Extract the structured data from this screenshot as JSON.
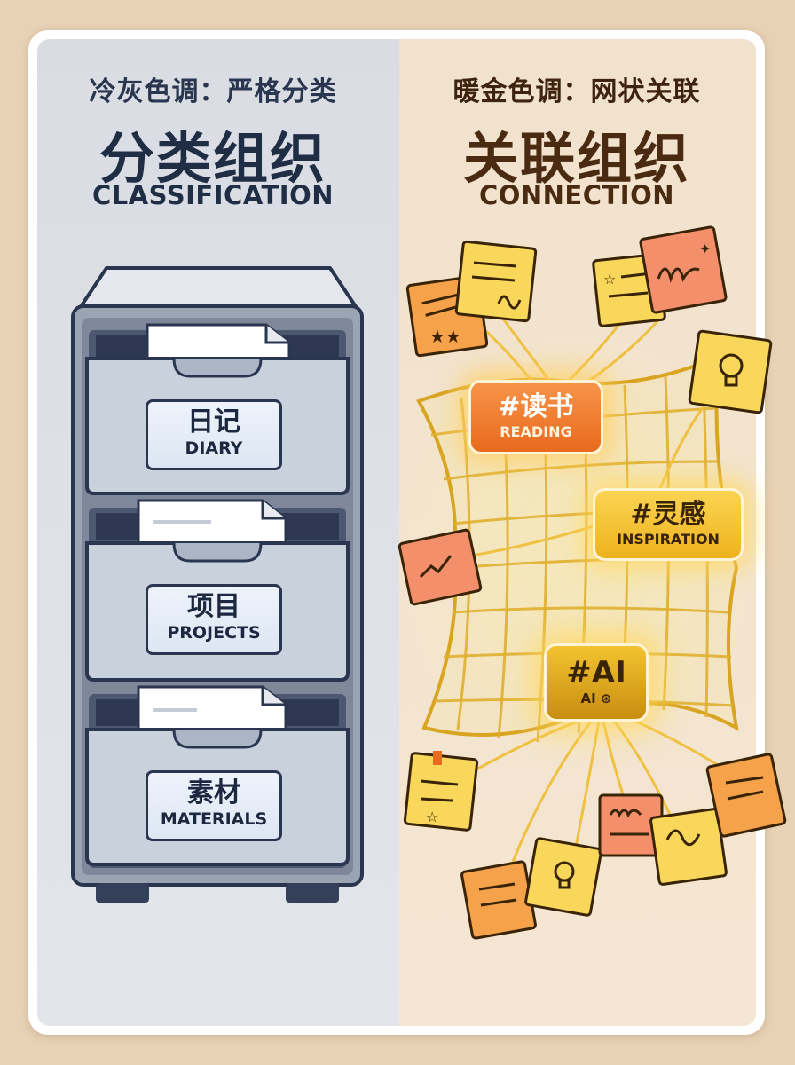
{
  "left": {
    "subtitle": "冷灰色调：严格分类",
    "title": "分类组织",
    "title_en": "CLASSIFICATION",
    "drawers": [
      {
        "label_zh": "日记",
        "label_en": "DIARY"
      },
      {
        "label_zh": "项目",
        "label_en": "PROJECTS"
      },
      {
        "label_zh": "素材",
        "label_en": "MATERIALS"
      }
    ]
  },
  "right": {
    "subtitle": "暖金色调：网状关联",
    "title": "关联组织",
    "title_en": "CONNECTION",
    "tags": [
      {
        "label": "#读书",
        "sub": "READING",
        "color": "#e86a1d"
      },
      {
        "label": "#灵感",
        "sub": "INSPIRATION",
        "color": "#eeb21d"
      },
      {
        "label": "#AI",
        "sub": "AI",
        "color": "#c98d10"
      }
    ]
  },
  "colors": {
    "cool_panel": "#d9dde3",
    "warm_panel": "#f1e2cd",
    "navy": "#1f2d45",
    "brown": "#4a2a10",
    "gold": "#f2c330"
  },
  "icons": [
    "filing-cabinet-icon",
    "sticky-note-icon",
    "lightbulb-icon",
    "star-icon",
    "sparkle-icon",
    "brain-icon"
  ]
}
